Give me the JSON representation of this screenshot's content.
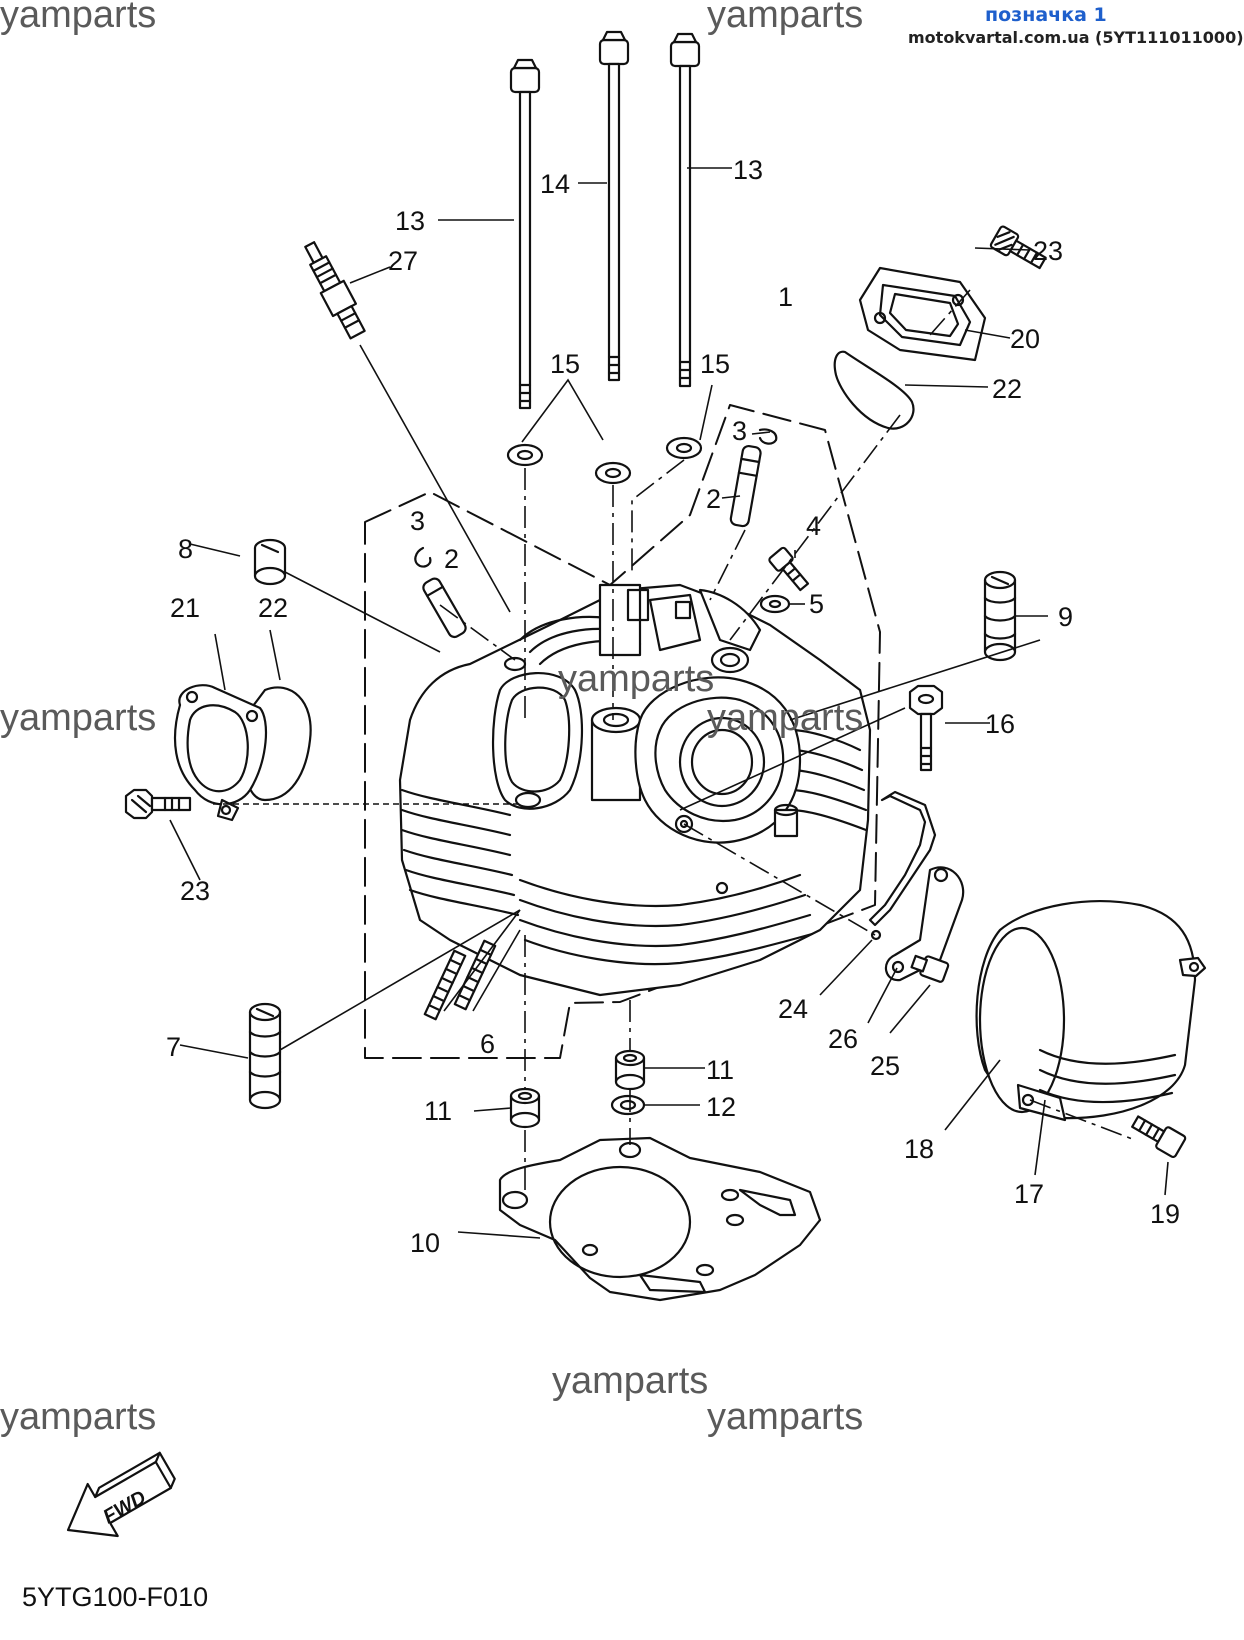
{
  "header": {
    "title": "позначка 1",
    "site": "motokvartal.com.ua (5YT111011000)"
  },
  "watermark": "yamparts",
  "diagram_code": "5YTG100-F010",
  "fwd_label": "FWD",
  "accent_color": "#1e5fcc",
  "callouts": [
    "13",
    "14",
    "13",
    "27",
    "23",
    "1",
    "20",
    "22",
    "15",
    "15",
    "3",
    "2",
    "3",
    "2",
    "4",
    "5",
    "8",
    "21",
    "22",
    "9",
    "16",
    "23",
    "24",
    "26",
    "25",
    "7",
    "6",
    "11",
    "11",
    "12",
    "18",
    "17",
    "19",
    "10"
  ]
}
